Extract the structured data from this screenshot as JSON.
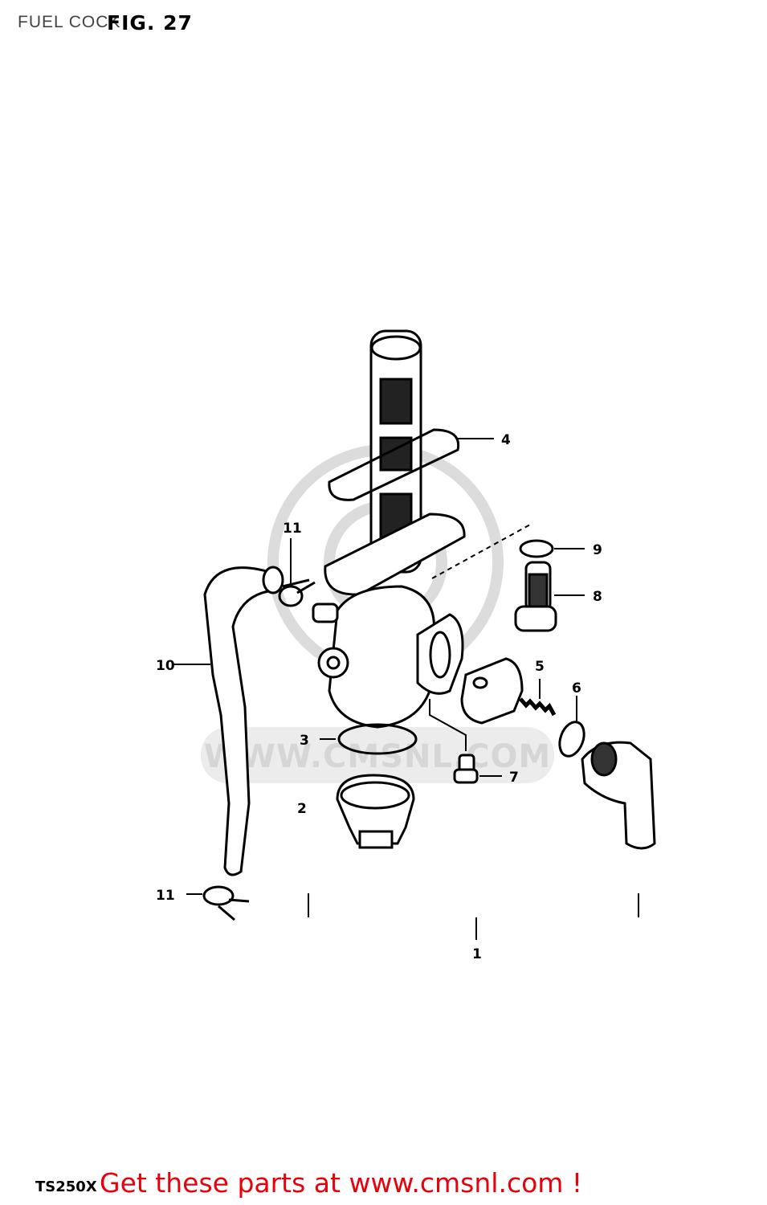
{
  "header": {
    "title": "FUEL COCK",
    "figure": "FIG. 27"
  },
  "watermark": {
    "url": "WWW.CMSNL.COM"
  },
  "callouts": {
    "p1": "1",
    "p2": "2",
    "p3": "3",
    "p4": "4",
    "p5": "5",
    "p6": "6",
    "p7": "7",
    "p8": "8",
    "p9": "9",
    "p10": "10",
    "p11_top": "11",
    "p11_bottom": "11"
  },
  "footer": {
    "model": "TS250X",
    "promo": "Get these parts at www.cmsnl.com !"
  },
  "colors": {
    "promo": "#e8000b",
    "watermark": "#d6d6d6",
    "ink": "#000000"
  }
}
